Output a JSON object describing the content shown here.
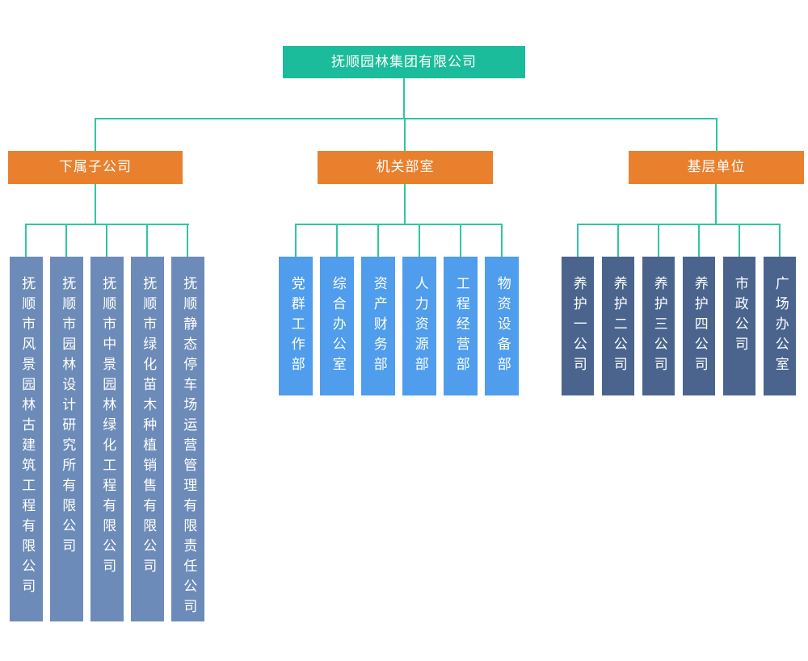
{
  "root": {
    "name": "抚顺园林集团有限公司"
  },
  "colors": {
    "root_teal": "#1BBC9B",
    "branch_orange": "#E8802E",
    "connector_green": "#2EC7A1",
    "subsidiary_blue": "#6D8BB8",
    "department_blue": "#4F9DEC",
    "unit_blue": "#4A648E",
    "text_white": "#FFFFFF",
    "background": "#FFFFFF"
  },
  "groups": [
    {
      "label": "下属子公司",
      "children": [
        "抚顺市风景园林古建筑工程有限公司",
        "抚顺市园林设计研究所有限公司",
        "抚顺市中景园林绿化工程有限公司",
        "抚顺市绿化苗木种植销售有限公司",
        "抚顺静态停车场运营管理有限责任公司"
      ]
    },
    {
      "label": "机关部室",
      "children": [
        "党群工作部",
        "综合办公室",
        "资产财务部",
        "人力资源部",
        "工程经营部",
        "物资设备部"
      ]
    },
    {
      "label": "基层单位",
      "children": [
        "养护一公司",
        "养护二公司",
        "养护三公司",
        "养护四公司",
        "市政公司",
        "广场办公室"
      ]
    }
  ]
}
